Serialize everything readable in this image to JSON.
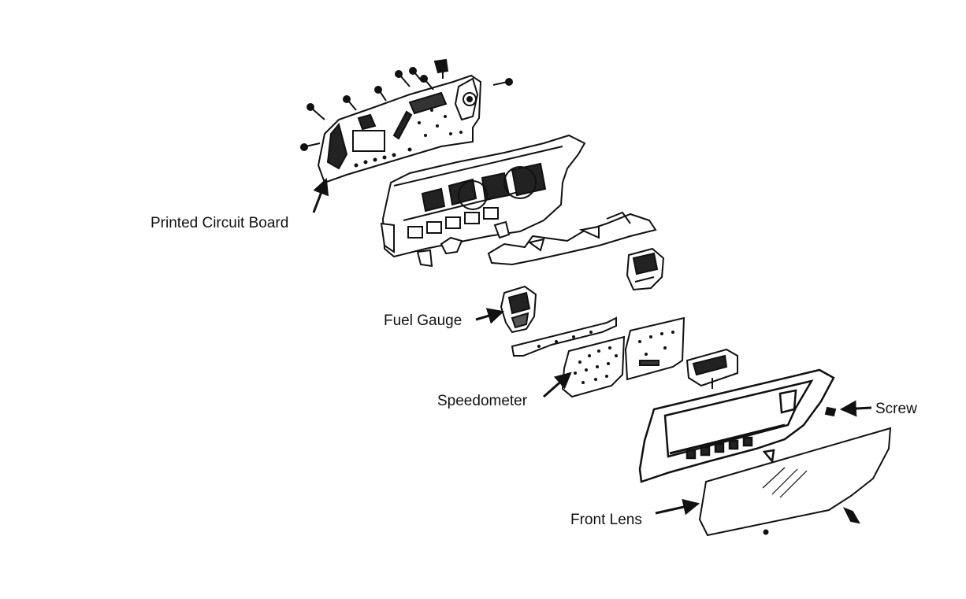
{
  "labels": {
    "printed_circuit_board": "Printed Circuit Board",
    "fuel_gauge": "Fuel Gauge",
    "speedometer": "Speedometer",
    "screw": "Screw",
    "front_lens": "Front Lens"
  },
  "colors": {
    "ink": "#111111",
    "background": "#ffffff"
  }
}
